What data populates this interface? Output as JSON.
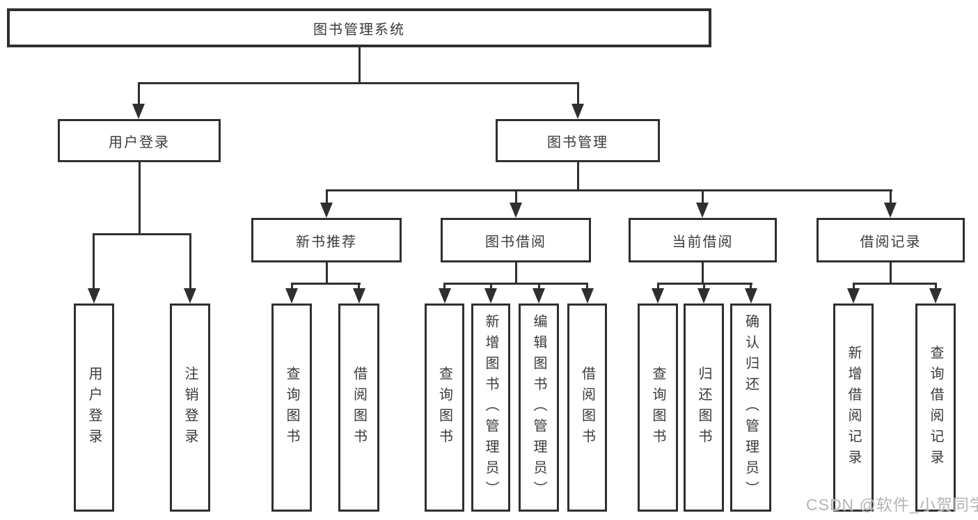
{
  "tree": {
    "root": {
      "label": "图书管理系统"
    },
    "branches": [
      {
        "label": "用户登录",
        "children": [
          {
            "label": "用户登录"
          },
          {
            "label": "注销登录"
          }
        ]
      },
      {
        "label": "图书管理",
        "sections": [
          {
            "label": "新书推荐",
            "children": [
              {
                "label": "查询图书"
              },
              {
                "label": "借阅图书"
              }
            ]
          },
          {
            "label": "图书借阅",
            "children": [
              {
                "label": "查询图书"
              },
              {
                "label": "新增图书（管理员）"
              },
              {
                "label": "编辑图书（管理员）"
              },
              {
                "label": "借阅图书"
              }
            ]
          },
          {
            "label": "当前借阅",
            "children": [
              {
                "label": "查询图书"
              },
              {
                "label": "归还图书"
              },
              {
                "label": "确认归还（管理员）"
              }
            ]
          },
          {
            "label": "借阅记录",
            "children": [
              {
                "label": "新增借阅记录"
              },
              {
                "label": "查询借阅记录"
              }
            ]
          }
        ]
      }
    ]
  },
  "watermark": {
    "text": "CSDN @软件_小贺同学"
  },
  "colors": {
    "line": "#2f2f2f",
    "text": "#3a3a3a",
    "watermark": "#b4b4b4",
    "background": "#ffffff"
  }
}
